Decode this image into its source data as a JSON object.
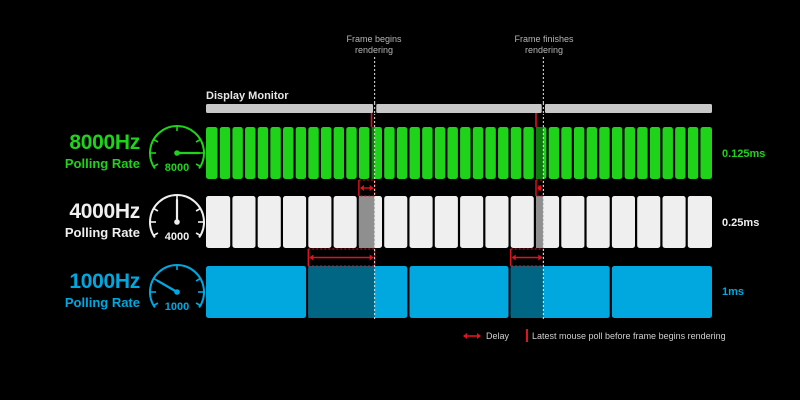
{
  "annotations": {
    "frame_begins": "Frame begins\nrendering",
    "frame_begins_line1": "Frame begins",
    "frame_begins_line2": "rendering",
    "frame_finishes_line1": "Frame finishes",
    "frame_finishes_line2": "rendering"
  },
  "monitor": {
    "title": "Display Monitor",
    "frames": 3,
    "color": "#c8c8c8"
  },
  "frame_markers": [
    0.3333,
    0.6667
  ],
  "rows": [
    {
      "hz": "8000Hz",
      "label": "Polling Rate",
      "gauge_text": "8000",
      "period": "0.125ms",
      "color": "#1fd31a",
      "shade": "#0f7a0d",
      "slots": 40,
      "gauge_needle_angle": 90
    },
    {
      "hz": "4000Hz",
      "label": "Polling Rate",
      "gauge_text": "4000",
      "period": "0.25ms",
      "color": "#efefef",
      "shade": "#8f8f8f",
      "slots": 20,
      "gauge_needle_angle": 0
    },
    {
      "hz": "1000Hz",
      "label": "Polling Rate",
      "gauge_text": "1000",
      "period": "1ms",
      "color": "#00a8e0",
      "shade": "#006684",
      "slots": 5,
      "gauge_needle_angle": -60
    }
  ],
  "legend": {
    "delay": "Delay",
    "latest_poll": "Latest mouse poll before frame begins rendering",
    "accent": "#e0141e"
  }
}
